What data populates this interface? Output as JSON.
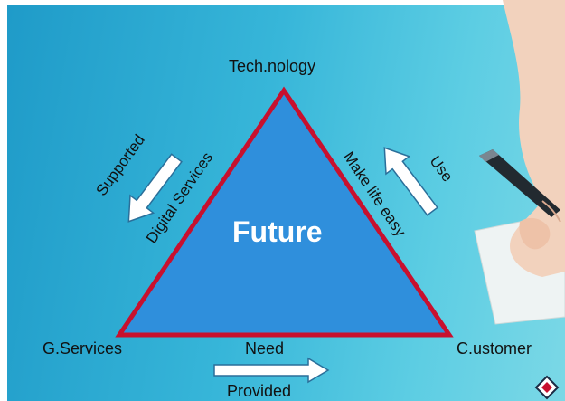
{
  "diagram": {
    "center_label": "Future",
    "vertices": {
      "top": "Tech.nology",
      "left": "G.Services",
      "right": "C.ustomer"
    },
    "edges": {
      "left_arrow_label": "Supported",
      "left_side_label": "Digital Services",
      "right_side_label": "Make life easy",
      "right_arrow_label": "Use",
      "bottom_side_label": "Need",
      "bottom_arrow_label": "Provided"
    },
    "colors": {
      "background": "#37b6d9",
      "triangle_fill": "#2f8fdc",
      "triangle_border": "#c8102e",
      "arrow_fill": "#ffffff",
      "arrow_border": "#2a6f9a"
    }
  }
}
